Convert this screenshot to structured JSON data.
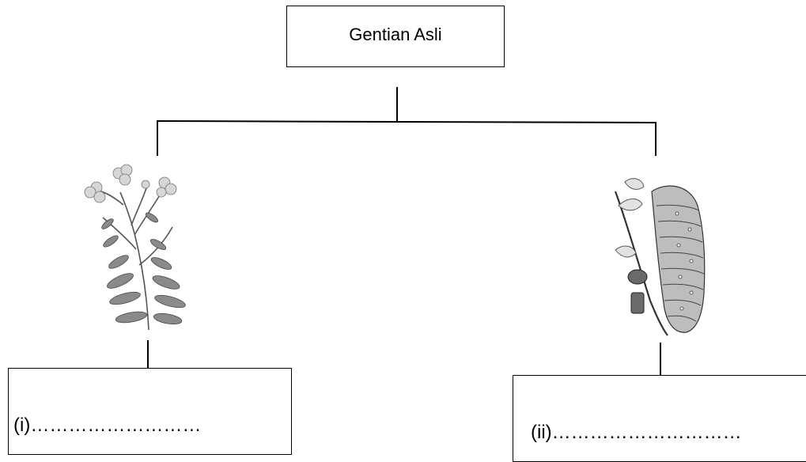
{
  "root": {
    "label": "Gentian Asli"
  },
  "answers": {
    "left_label": "(i)………………………",
    "right_label": "(ii)…………………………"
  },
  "images": {
    "left": "flowering-plant-illustration",
    "right": "caterpillar-on-branch-illustration"
  }
}
